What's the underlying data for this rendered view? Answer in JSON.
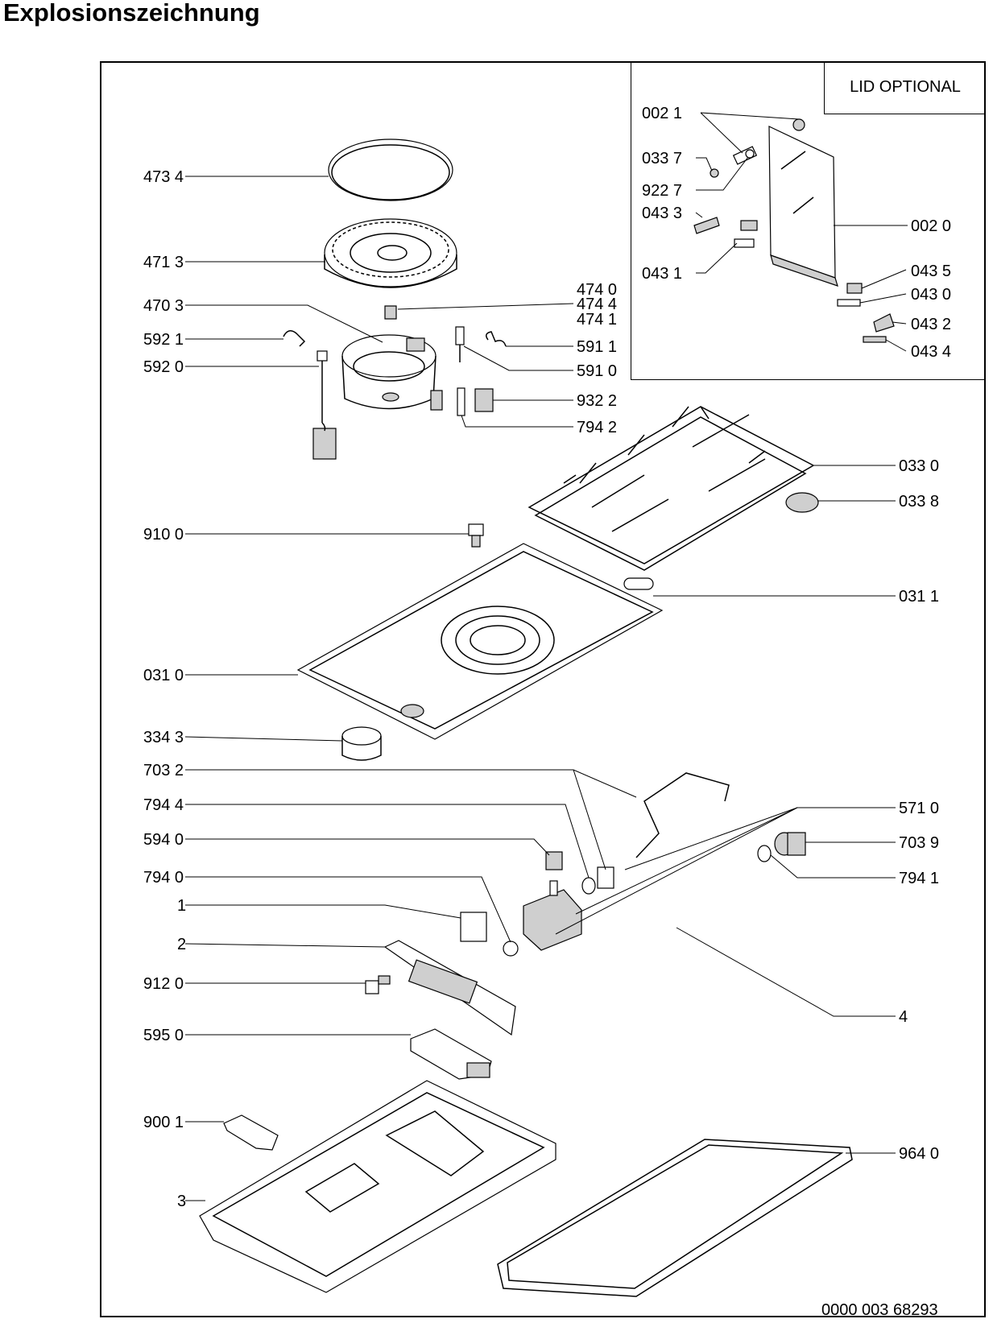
{
  "title": "Explosionszeichnung",
  "lid_label": "LID OPTIONAL",
  "document_number": "0000 003 68293",
  "labels": {
    "l_4734": "473 4",
    "l_4713": "471 3",
    "l_4703": "470 3",
    "l_4921": "592 1",
    "l_5920": "592 0",
    "l_4740": "474 0",
    "l_4744": "474 4",
    "l_4741": "474 1",
    "l_5911": "591 1",
    "l_5910": "591 0",
    "l_9322": "932 2",
    "l_7942": "794 2",
    "l_0021": "002 1",
    "l_0337": "033 7",
    "l_9227": "922 7",
    "l_0433": "043 3",
    "l_0431": "043 1",
    "l_0020": "002 0",
    "l_0435": "043 5",
    "l_0430": "043 0",
    "l_0432": "043 2",
    "l_0434": "043 4",
    "l_0330": "033 0",
    "l_0338": "033 8",
    "l_9100": "910 0",
    "l_0311": "031 1",
    "l_0310": "031 0",
    "l_3343": "334 3",
    "l_7032": "703 2",
    "l_7944": "794 4",
    "l_5940": "594 0",
    "l_7940": "794 0",
    "l_1": "1",
    "l_2": "2",
    "l_9120": "912 0",
    "l_5950": "595 0",
    "l_9001": "900 1",
    "l_3": "3",
    "l_5710": "571 0",
    "l_7039": "703 9",
    "l_7941": "794 1",
    "l_4": "4",
    "l_9640": "964 0"
  }
}
